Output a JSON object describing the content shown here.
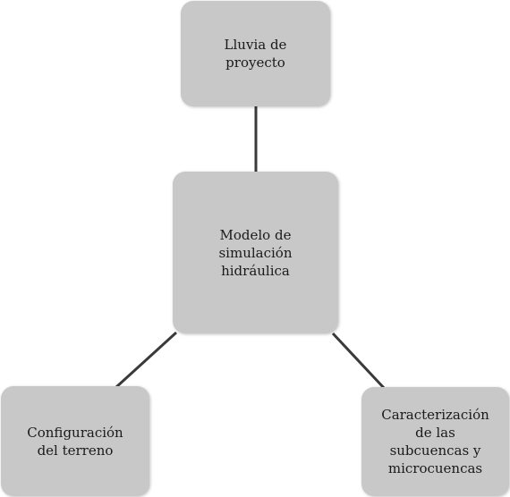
{
  "diagram": {
    "nodes": [
      {
        "id": "top",
        "label": "Lluvia de\nproyecto"
      },
      {
        "id": "center",
        "label": "Modelo de\nsimulación\nhidráulica"
      },
      {
        "id": "left",
        "label": "Configuración\ndel terreno"
      },
      {
        "id": "right",
        "label": "Caracterización\nde las\nsubcuencas y\nmicrocuencas"
      }
    ],
    "edges": [
      {
        "from": "center",
        "to": "top"
      },
      {
        "from": "center",
        "to": "left"
      },
      {
        "from": "center",
        "to": "right"
      }
    ],
    "colors": {
      "node_fill": "#c8c8c8",
      "connector": "#3a3a3a",
      "text": "#1a1a1a"
    }
  }
}
